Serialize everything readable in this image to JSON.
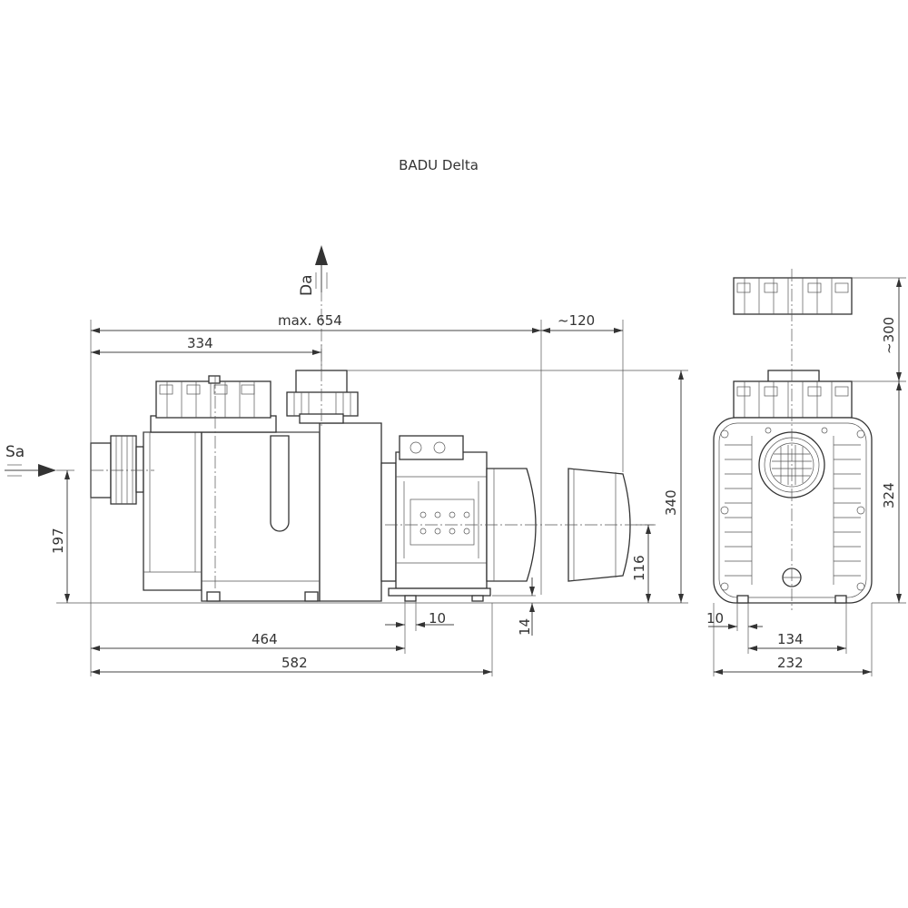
{
  "title": "BADU Delta",
  "labels": {
    "suction": "Sa",
    "discharge": "Da"
  },
  "dimensions": {
    "max_length": "max. 654",
    "motor_clearance": "~120",
    "suction_to_discharge": "334",
    "total_height": "340",
    "suction_height": "197",
    "axis_height": "116",
    "foot_width": "10",
    "foot_height": "14",
    "foot_to_foot": "464",
    "base_length": "582",
    "front_foot_width": "10",
    "front_foot_spacing": "134",
    "front_width": "232",
    "front_height": "324",
    "lid_clearance": "~300"
  }
}
